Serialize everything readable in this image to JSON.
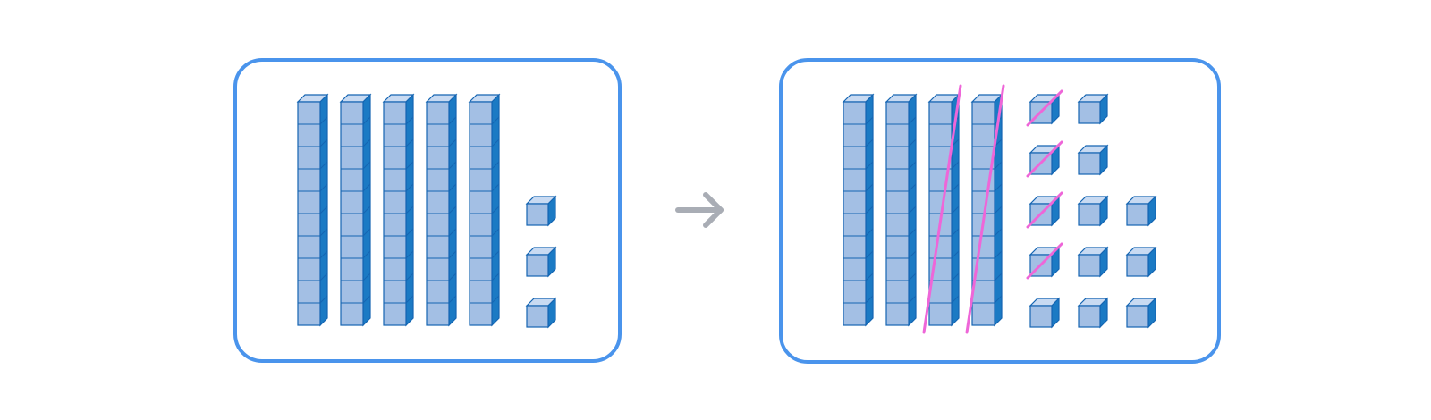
{
  "colors": {
    "background": "#ffffff",
    "panel_border": "#4a94ec",
    "cube_face": "#a3bfe4",
    "cube_top": "#c8daf2",
    "cube_side": "#1b7ac4",
    "cube_stroke": "#1565b2",
    "arrow": "#a9adb5",
    "cross_out": "#ee66d8"
  },
  "panels": [
    {
      "name": "before-panel",
      "tens_rods": 5,
      "crossed_rods": 0,
      "ones_columns": [
        {
          "count": 3,
          "crossed": 0
        }
      ]
    },
    {
      "name": "after-panel",
      "tens_rods": 4,
      "crossed_rods": 2,
      "ones_columns": [
        {
          "count": 5,
          "crossed": 4
        },
        {
          "count": 5,
          "crossed": 0
        },
        {
          "count": 3,
          "crossed": 0
        }
      ]
    }
  ],
  "arrow": {
    "icon": "arrow-right-icon"
  }
}
